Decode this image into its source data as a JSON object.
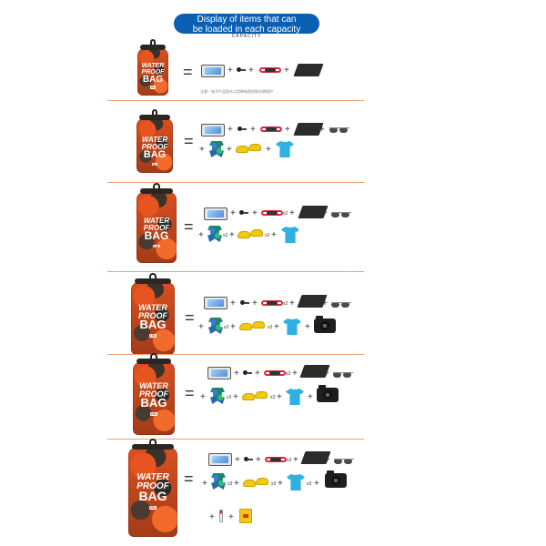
{
  "header": {
    "title_line1": "Display of items that can",
    "title_line2": "be loaded in each capacity",
    "subtitle": "CAPACITY",
    "color": "#0b5fb3"
  },
  "bag_label": {
    "line1": "WATER",
    "line2": "PROOF",
    "line3": "BAG"
  },
  "rows": [
    {
      "capacity": "2L",
      "note": "注意：电子产品防水以用带有密封防水袋保护"
    },
    {
      "capacity": "5L"
    },
    {
      "capacity": "10L"
    },
    {
      "capacity": "15L"
    },
    {
      "capacity": "20L"
    },
    {
      "capacity": "30L"
    }
  ],
  "symbols": {
    "equals": "=",
    "plus": "+"
  },
  "quantities": {
    "x2": "x2",
    "x3": "x3"
  },
  "icons": [
    "phone-icon",
    "key-icon",
    "goggles-icon",
    "wallet-icon",
    "sunglasses-icon",
    "swimsuit-icon",
    "shoes-icon",
    "tshirt-icon",
    "camera-icon",
    "lipbalm-icon",
    "snack-icon"
  ],
  "colors": {
    "accent": "#0b5fb3",
    "bag_orange": "#d9501f",
    "divider": "#f0a070"
  }
}
